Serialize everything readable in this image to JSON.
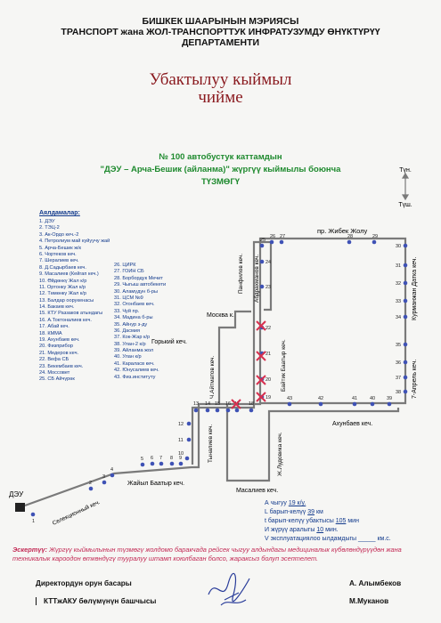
{
  "header": {
    "line1": "БИШКЕК ШААРЫНЫН МЭРИЯСЫ",
    "line2": "ТРАНСПОРТ жана ЖОЛ-ТРАНСПОРТТУК ИНФРАТУЗУМДУ ӨНҮКТҮРҮҮ",
    "line3": "ДЕПАРТАМЕНТИ"
  },
  "doc_title": {
    "line1": "Убактылуу кыймыл",
    "line2": "чийме"
  },
  "route_title": {
    "line1": "№ 100 автобустук каттамдын",
    "line2": "\"ДЭУ – Арча-Бешик (айланма)\" жүргүү кыймылы боюнча",
    "line3": "ТҮЗМӨГҮ"
  },
  "directions": {
    "forward": "Түн.",
    "backward": "Түш."
  },
  "stops_title": "Аялдамалар:",
  "stops_col1": [
    "1. ДЭУ",
    "2. ТЭЦ-2",
    "3. Ак-Ордо кеч.-2",
    "4. Петролиум май куйуучу жай",
    "5. Арча-Бешик ж/к",
    "6. Чортеков кеч.",
    "7. Шералиев кеч.",
    "8. Д.Садырбаев кеч.",
    "9. Масалиев (Кейгап кеч.)",
    "10. Өйдөнкү Жал к/р",
    "11. Ортонку Жал к/р",
    "12. Төмөнкү Жал к/р",
    "13. Балдар оорукенасы",
    "14. Бакаев кеч.",
    "15. КТУ Раззаков атындагы",
    "16. А.Токтоналиев кеч.",
    "17. Абай кеч.",
    "18. КММА",
    "19. Ахунбаев кеч.",
    "20. Физприбор",
    "21. Медеров кеч.",
    "22. Вефа СБ",
    "23. Бекембаев кеч.",
    "24. Моссовет",
    "25. СБ Айчүрөк"
  ],
  "stops_col2": [
    "26. ЦИРК",
    "27. ГОИН СБ",
    "28. Борбордук Мечит",
    "29. Чыгыш автобекети",
    "30. Аламүдүн б-ры",
    "31. ЦСМ №9",
    "32. Огонбаев кеч.",
    "33. Чуй пр.",
    "34. Мадина б-ры",
    "35. Айнур з-ду",
    "36. Дасмия",
    "37. Кок-Жар к/р",
    "38. Улан-2 к/р",
    "39. Айланма жол",
    "40. Улан к/р",
    "41. Караласв кеч.",
    "42. Юнусалиев кеч.",
    "43. Физ.институту"
  ],
  "map": {
    "streets": {
      "zhibek_zholu": "пр. Жибек Жолу",
      "kurmanzhan": "Курманжан Датка кеч.",
      "aprel": "7-Апрель кеч.",
      "akhunbaev": "Ахунбаев кеч.",
      "masaliev": "Масалиев кеч.",
      "zhayil": "Жайыл Баатыр кеч.",
      "selektsionnyi": "Селекционный кеч.",
      "tynaliev": "Тыналиев кеч.",
      "aitmatov": "Ч.Айтматов кеч.",
      "gorkiy": "Горький кеч.",
      "moskva": "Москва к.",
      "panfilov": "Панфилов кеч.",
      "abdrakhmanov": "Абдрахманов кеч.",
      "baytik": "Байтик Баатыр кеч.",
      "ludvig": "Ж.Лудовика кеч."
    },
    "stop_labels": {
      "s1": "1",
      "s2": "2",
      "s3": "3",
      "s4": "4",
      "s5": "5",
      "s6": "6",
      "s7": "7",
      "s8": "8",
      "s9": "9",
      "s10": "10",
      "s11": "11",
      "s12": "12",
      "s13": "13",
      "s14": "14",
      "s15": "15",
      "s16": "16",
      "s17": "17",
      "s18": "18",
      "s19": "19",
      "s20": "20",
      "s21": "21",
      "s22": "22",
      "s23": "23",
      "s24": "24",
      "s25": "25",
      "s26": "26",
      "s27": "27",
      "s28": "28",
      "s29": "29",
      "s30": "30",
      "s31": "31",
      "s32": "32",
      "s33": "33",
      "s34": "34",
      "s35": "35",
      "s36": "36",
      "s37": "37",
      "s38": "38",
      "s39": "39",
      "s40": "40",
      "s41": "41",
      "s42": "42",
      "s43": "43"
    },
    "terminal_label": "ДЭУ"
  },
  "fields": {
    "length_label": "А чыгуу",
    "length_value": "19 к/у.",
    "l_label": "L барып-келүү",
    "l_value": "39",
    "l_unit": "км",
    "t_label": "t барып-келүү убактысы",
    "t_value": "105",
    "t_unit": "мин",
    "i_label": "И жүрүү аралыгы",
    "i_value": "10",
    "i_unit": "мин.",
    "v_label": "V эксплуатациялоо ылдамдыгы",
    "v_blank": "_____",
    "v_unit": "км.с."
  },
  "note": {
    "label": "Эскертүү:",
    "text": "Жүргүү кыймылынын түзмөгү жолдомо баракчада рейсек чыгуу алдындагы медициналык күбөлөндүрүүдөн жана техникалык кароодон өткөндүгү тууралуу штамп коюлбаган болсо, жараксыз болуп эсептелет."
  },
  "signatures": {
    "role1": "Директордун орун басары",
    "name1": "А. Алымбеков",
    "role2": "КТТжАКУ бөлүмүнүн башчысы",
    "name2": "М.Муканов"
  },
  "colors": {
    "route": "#777777",
    "stop": "#3f52b5",
    "cross": "#d7304f",
    "title": "#8a1a1f",
    "green": "#1e8a2e",
    "text_blue": "#123a8c"
  }
}
